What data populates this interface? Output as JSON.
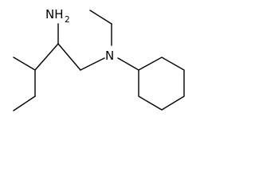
{
  "molecule": {
    "amine_label": "NH",
    "amine_subscript": "2",
    "nitrogen_label": "N"
  },
  "colors": {
    "bond": "#000000",
    "text": "#000000",
    "background": "#ffffff"
  }
}
